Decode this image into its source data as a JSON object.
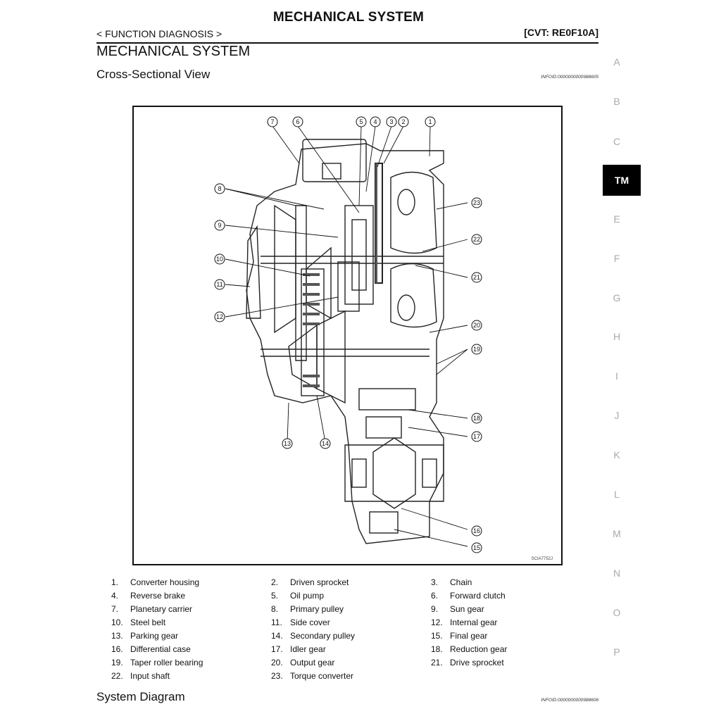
{
  "header": {
    "top_title": "MECHANICAL SYSTEM",
    "breadcrumb": "< FUNCTION DIAGNOSIS >",
    "doc_code": "[CVT: RE0F10A]",
    "section_title": "MECHANICAL SYSTEM"
  },
  "cross_section": {
    "title": "Cross-Sectional View",
    "info_id": "INFOID:0000000000988605",
    "figure_code": "SCIA7752J",
    "callouts": [
      "1",
      "2",
      "3",
      "4",
      "5",
      "6",
      "7",
      "8",
      "9",
      "10",
      "11",
      "12",
      "13",
      "14",
      "15",
      "16",
      "17",
      "18",
      "19",
      "20",
      "21",
      "22",
      "23"
    ]
  },
  "legend": [
    {
      "num": "1.",
      "label": "Converter housing"
    },
    {
      "num": "2.",
      "label": "Driven sprocket"
    },
    {
      "num": "3.",
      "label": "Chain"
    },
    {
      "num": "4.",
      "label": "Reverse brake"
    },
    {
      "num": "5.",
      "label": "Oil pump"
    },
    {
      "num": "6.",
      "label": "Forward clutch"
    },
    {
      "num": "7.",
      "label": "Planetary carrier"
    },
    {
      "num": "8.",
      "label": "Primary pulley"
    },
    {
      "num": "9.",
      "label": "Sun gear"
    },
    {
      "num": "10.",
      "label": "Steel belt"
    },
    {
      "num": "11.",
      "label": "Side cover"
    },
    {
      "num": "12.",
      "label": "Internal gear"
    },
    {
      "num": "13.",
      "label": "Parking gear"
    },
    {
      "num": "14.",
      "label": "Secondary pulley"
    },
    {
      "num": "15.",
      "label": "Final gear"
    },
    {
      "num": "16.",
      "label": "Differential case"
    },
    {
      "num": "17.",
      "label": "Idler gear"
    },
    {
      "num": "18.",
      "label": "Reduction gear"
    },
    {
      "num": "19.",
      "label": "Taper roller bearing"
    },
    {
      "num": "20.",
      "label": "Output gear"
    },
    {
      "num": "21.",
      "label": "Drive sprocket"
    },
    {
      "num": "22.",
      "label": "Input shaft"
    },
    {
      "num": "23.",
      "label": "Torque converter"
    }
  ],
  "system_diagram": {
    "title": "System Diagram",
    "info_id": "INFOID:0000000000988606"
  },
  "side_index": {
    "letters": [
      "A",
      "B",
      "C",
      "TM",
      "E",
      "F",
      "G",
      "H",
      "I",
      "J",
      "K",
      "L",
      "M",
      "N",
      "O",
      "P"
    ],
    "active": "TM"
  }
}
